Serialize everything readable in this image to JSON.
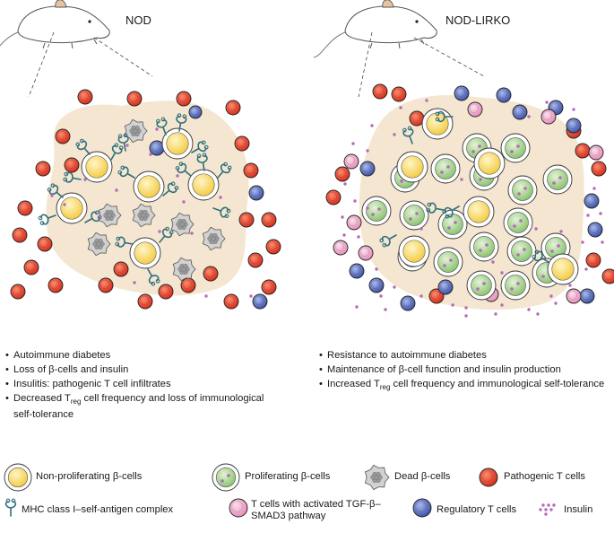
{
  "panels": {
    "left": {
      "title": "NOD",
      "bullets": [
        {
          "pre": "Autoimmune diabetes"
        },
        {
          "pre": "Loss of β-cells and insulin"
        },
        {
          "pre": "Insulitis: pathogenic T cell infiltrates"
        },
        {
          "pre": "Decreased T",
          "sub": "reg",
          "post": " cell frequency and loss of immunological self-tolerance"
        }
      ]
    },
    "right": {
      "title": "NOD-LIRKO",
      "bullets": [
        {
          "pre": "Resistance to autoimmune diabetes"
        },
        {
          "pre": "Maintenance of β-cell function and insulin production"
        },
        {
          "pre": "Increased T",
          "sub": "reg",
          "post": " cell frequency and immunological self-tolerance"
        }
      ]
    }
  },
  "legend": {
    "non_proliferating": "Non-proliferating β-cells",
    "proliferating": "Proliferating β-cells",
    "dead": "Dead β-cells",
    "pathogenic": "Pathogenic T cells",
    "mhc": "MHC class I–self-antigen complex",
    "tgf": "T cells with activated TGF-β–SMAD3 pathway",
    "regulatory": "Regulatory T cells",
    "insulin": "Insulin"
  },
  "colors": {
    "islet_bg": "#f4e6d0",
    "beta_yellow": "#f7d65c",
    "beta_green": "#9fcf86",
    "pathogenic_red": "#e8412c",
    "regulatory_blue": "#4e63b3",
    "tgf_pink": "#e99cc0",
    "insulin_purple": "#b56bb8",
    "mhc_teal": "#2f6f7d",
    "dead_gray": "#c8c8c8"
  }
}
